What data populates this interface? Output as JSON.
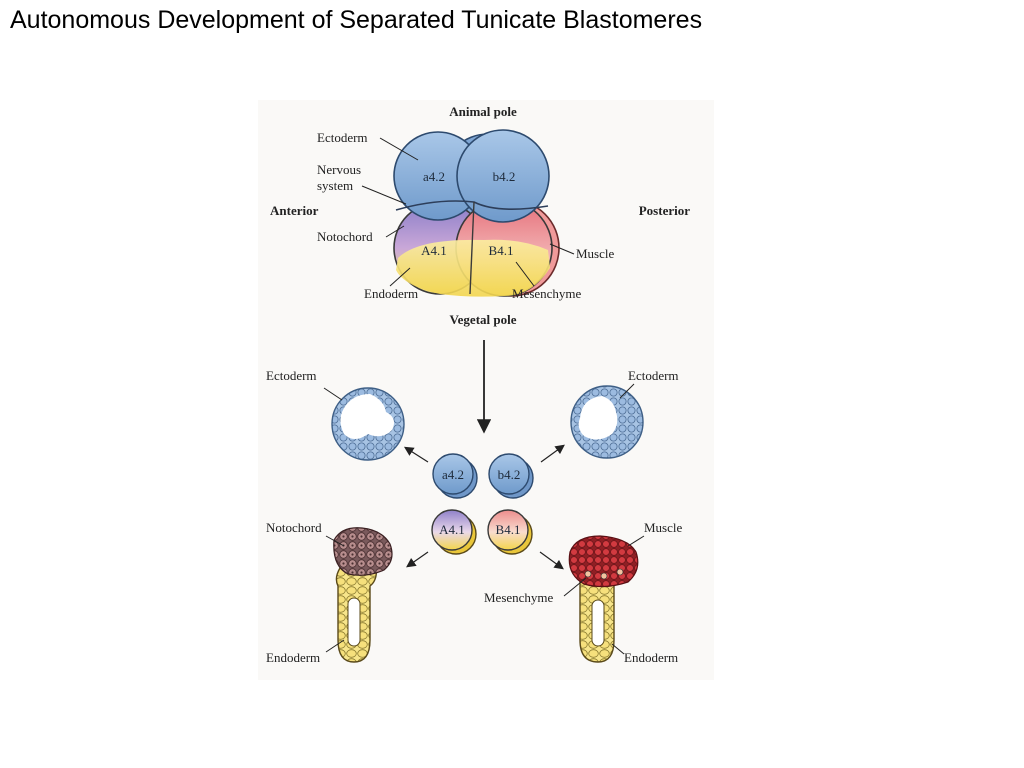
{
  "slide": {
    "title": "Autonomous Development of Separated Tunicate Blastomeres"
  },
  "top_embryo": {
    "poles": {
      "animal": "Animal pole",
      "vegetal": "Vegetal pole",
      "anterior": "Anterior",
      "posterior": "Posterior"
    },
    "cells": {
      "a42": "a4.2",
      "b42": "b4.2",
      "A41": "A4.1",
      "B41": "B4.1"
    },
    "labels": {
      "ectoderm": "Ectoderm",
      "nervous_1": "Nervous",
      "nervous_2": "system",
      "notochord": "Notochord",
      "endoderm": "Endoderm",
      "muscle": "Muscle",
      "mesenchyme": "Mesenchyme"
    }
  },
  "bottom": {
    "cells": {
      "a42": "a4.2",
      "b42": "b4.2",
      "A41": "A4.1",
      "B41": "B4.1"
    },
    "labels": {
      "ectoderm_left": "Ectoderm",
      "ectoderm_right": "Ectoderm",
      "notochord": "Notochord",
      "endoderm_left": "Endoderm",
      "muscle": "Muscle",
      "mesenchyme": "Mesenchyme",
      "endoderm_right": "Endoderm"
    }
  },
  "colors": {
    "ectoderm": "#8fb4dc",
    "endoderm": "#f6e27a",
    "notochord": "#9f7fb8",
    "muscle": "#e79a9a",
    "muscle_cells": "#c8343a",
    "notochord_cells": "#9d7475"
  }
}
